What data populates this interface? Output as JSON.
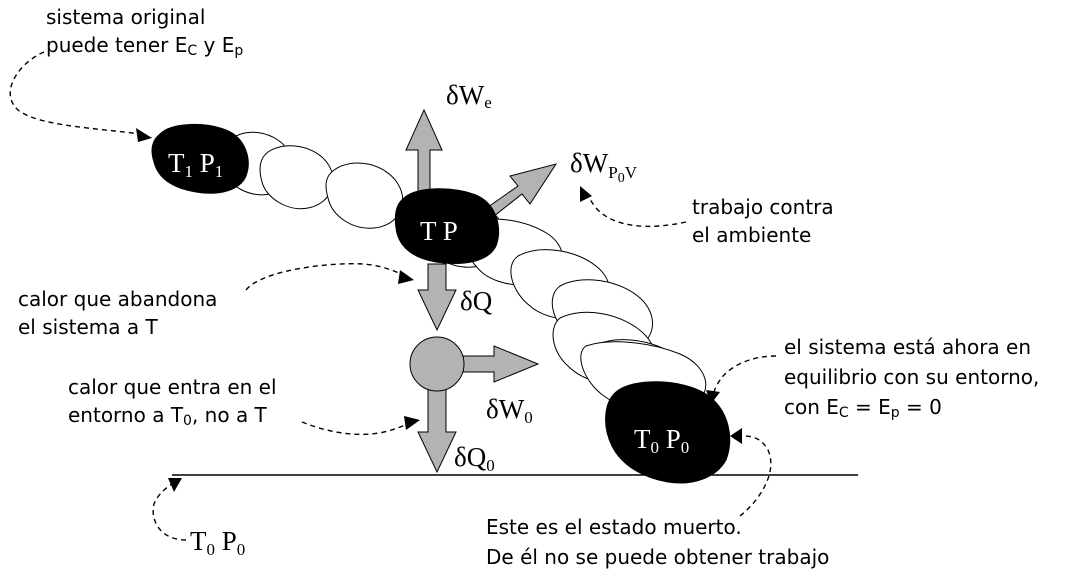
{
  "labels": {
    "original_line1": "sistema original",
    "original_line2": "puede tener E",
    "original_sub_c": "C",
    "original_mid": " y E",
    "original_sub_p": "p",
    "we_main": "δW",
    "we_sub": "e",
    "wp0v_main": "δW",
    "wp0v_sub": "P",
    "wp0v_subsub": "0",
    "wp0v_tail": "V",
    "trabajo_line1": "trabajo contra",
    "trabajo_line2": "el ambiente",
    "calor_line1": "calor que abandona",
    "calor_line2": "el sistema a T",
    "dq": "δQ",
    "w0_main": "δW",
    "w0_sub": "0",
    "q0_main": "δQ",
    "q0_sub": "0",
    "entra_line1": "calor que entra en el",
    "entra_line2a": "entorno a T",
    "entra_line2_sub": "0",
    "entra_line2b": ", no a T",
    "equil_line1": "el sistema está ahora en",
    "equil_line2": "equilibrio con su entorno,",
    "equil_line3a": "con E",
    "equil_line3_sub1": "C",
    "equil_line3b": " = E",
    "equil_line3_sub2": "p",
    "equil_line3c": " = 0",
    "muerto_line1": "Este es el estado muerto.",
    "muerto_line2": "De él no se puede obtener trabajo",
    "blob1_t": "T",
    "blob1_t_sub": "1",
    "blob1_p": " P",
    "blob1_p_sub": "1",
    "blob2": "T P",
    "blob3_t": "T",
    "blob3_t_sub": "0",
    "blob3_p": " P",
    "blob3_p_sub": "0",
    "ground_t": "T",
    "ground_t_sub": "0",
    "ground_p": " P",
    "ground_p_sub": "0"
  },
  "colors": {
    "arrow_fill": "#b3b3b3",
    "system_fill": "#000000",
    "trail_fill": "#ffffff"
  }
}
